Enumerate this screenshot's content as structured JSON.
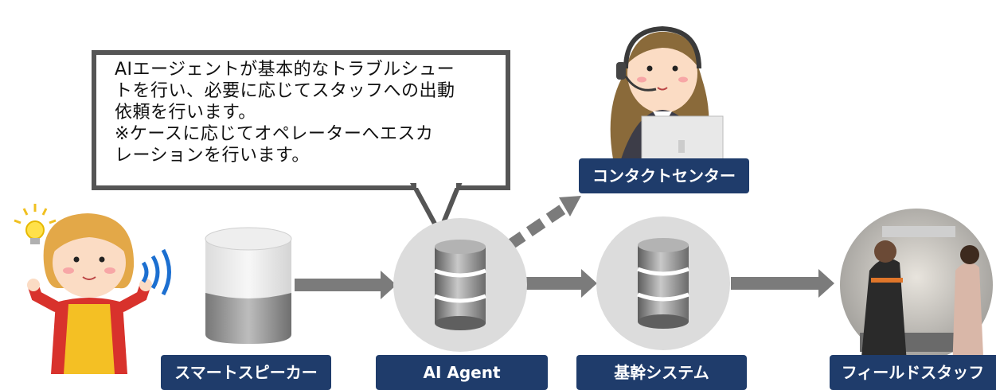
{
  "callout": {
    "text": "AIエージェントが基本的なトラブルシュー\nトを行い、必要に応じてスタッフへの出動\n依頼を行います。\n※ケースに応じてオペレーターへエスカ\nレーションを行います。"
  },
  "nodes": {
    "smart_speaker": "スマートスピーカー",
    "ai_agent": "AI Agent",
    "core_system": "基幹システム",
    "field_staff": "フィールドスタッフ",
    "contact_center": "コンタクトセンター"
  },
  "colors": {
    "label_bg": "#1f3c6b",
    "arrow": "#7b7b7b",
    "circle": "#dcdcdc",
    "database": "#8c8c8c"
  }
}
